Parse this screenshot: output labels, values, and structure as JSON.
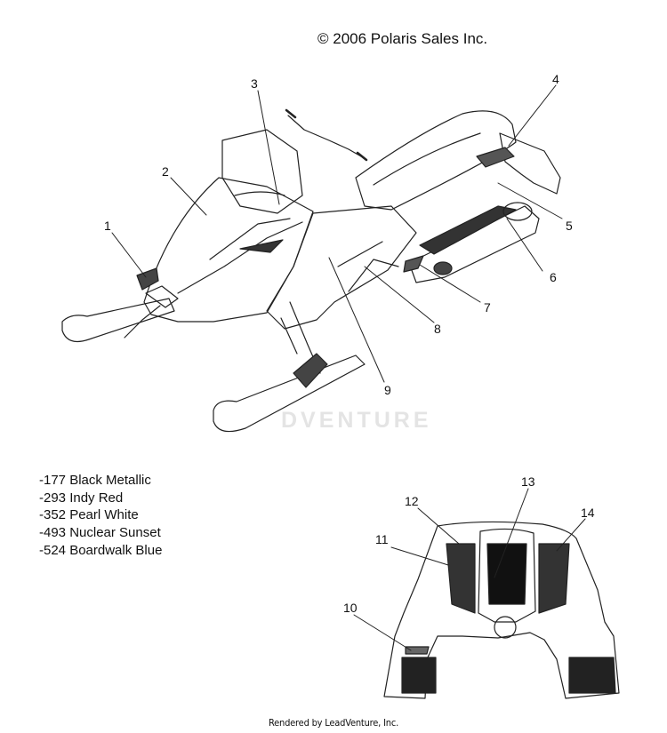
{
  "copyright": "© 2006 Polaris Sales Inc.",
  "watermark": "DVENTURE",
  "footer": "Rendered by LeadVenture, Inc.",
  "color_codes": [
    "-177 Black Metallic",
    "-293 Indy Red",
    "-352 Pearl White",
    "-493 Nuclear Sunset",
    "-524 Boardwalk Blue"
  ],
  "callouts": [
    "1",
    "2",
    "3",
    "4",
    "5",
    "6",
    "7",
    "8",
    "9",
    "10",
    "11",
    "12",
    "13",
    "14"
  ]
}
